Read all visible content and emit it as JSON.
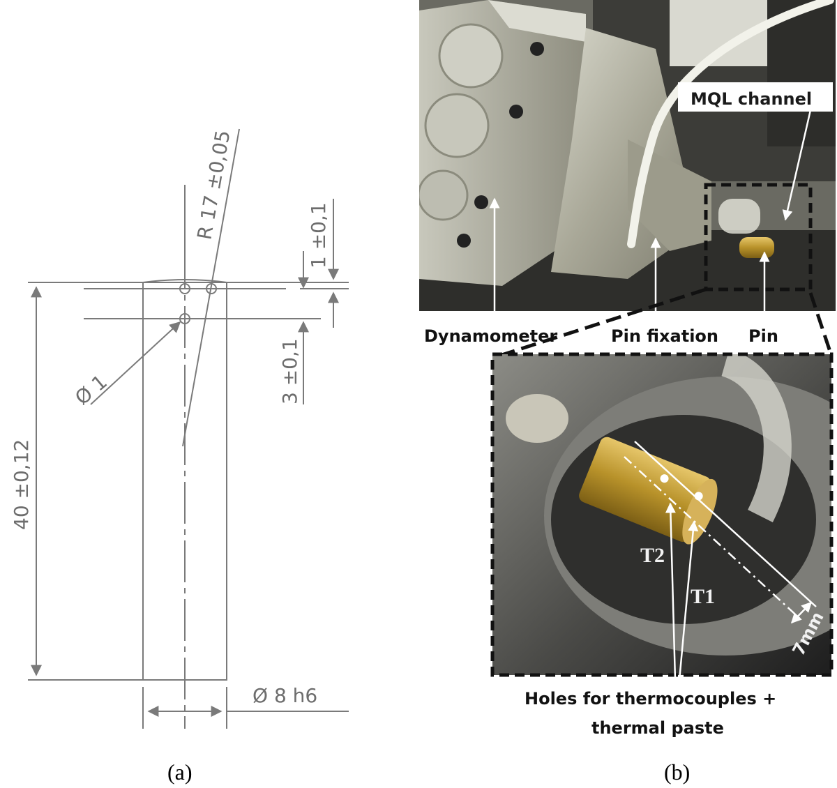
{
  "drawing": {
    "radius_label": "R 17 ±0,05",
    "top_offset_label": "1 ±0,1",
    "hole_offset_label": "3 ±0,1",
    "hole_diameter_label": "Ø 1",
    "length_label": "40 ±0,12",
    "diameter_label": "Ø  8   h6",
    "caption": "(a)"
  },
  "photo": {
    "mql_label": "MQL channel",
    "dynamometer_label": "Dynamometer",
    "pin_fixation_label": "Pin fixation",
    "pin_label": "Pin",
    "t2_label": "T2",
    "t1_label": "T1",
    "distance_label": "7mm",
    "holes_label_line1": "Holes for thermocouples +",
    "holes_label_line2": "thermal paste",
    "caption": "(b)"
  },
  "colors": {
    "drawing_line": "#7a7a7a",
    "arrow_white": "#ffffff",
    "zoom_border": "#1a1a1a",
    "pin_gold": "#b8922a",
    "metal": "#b9b9a8"
  }
}
